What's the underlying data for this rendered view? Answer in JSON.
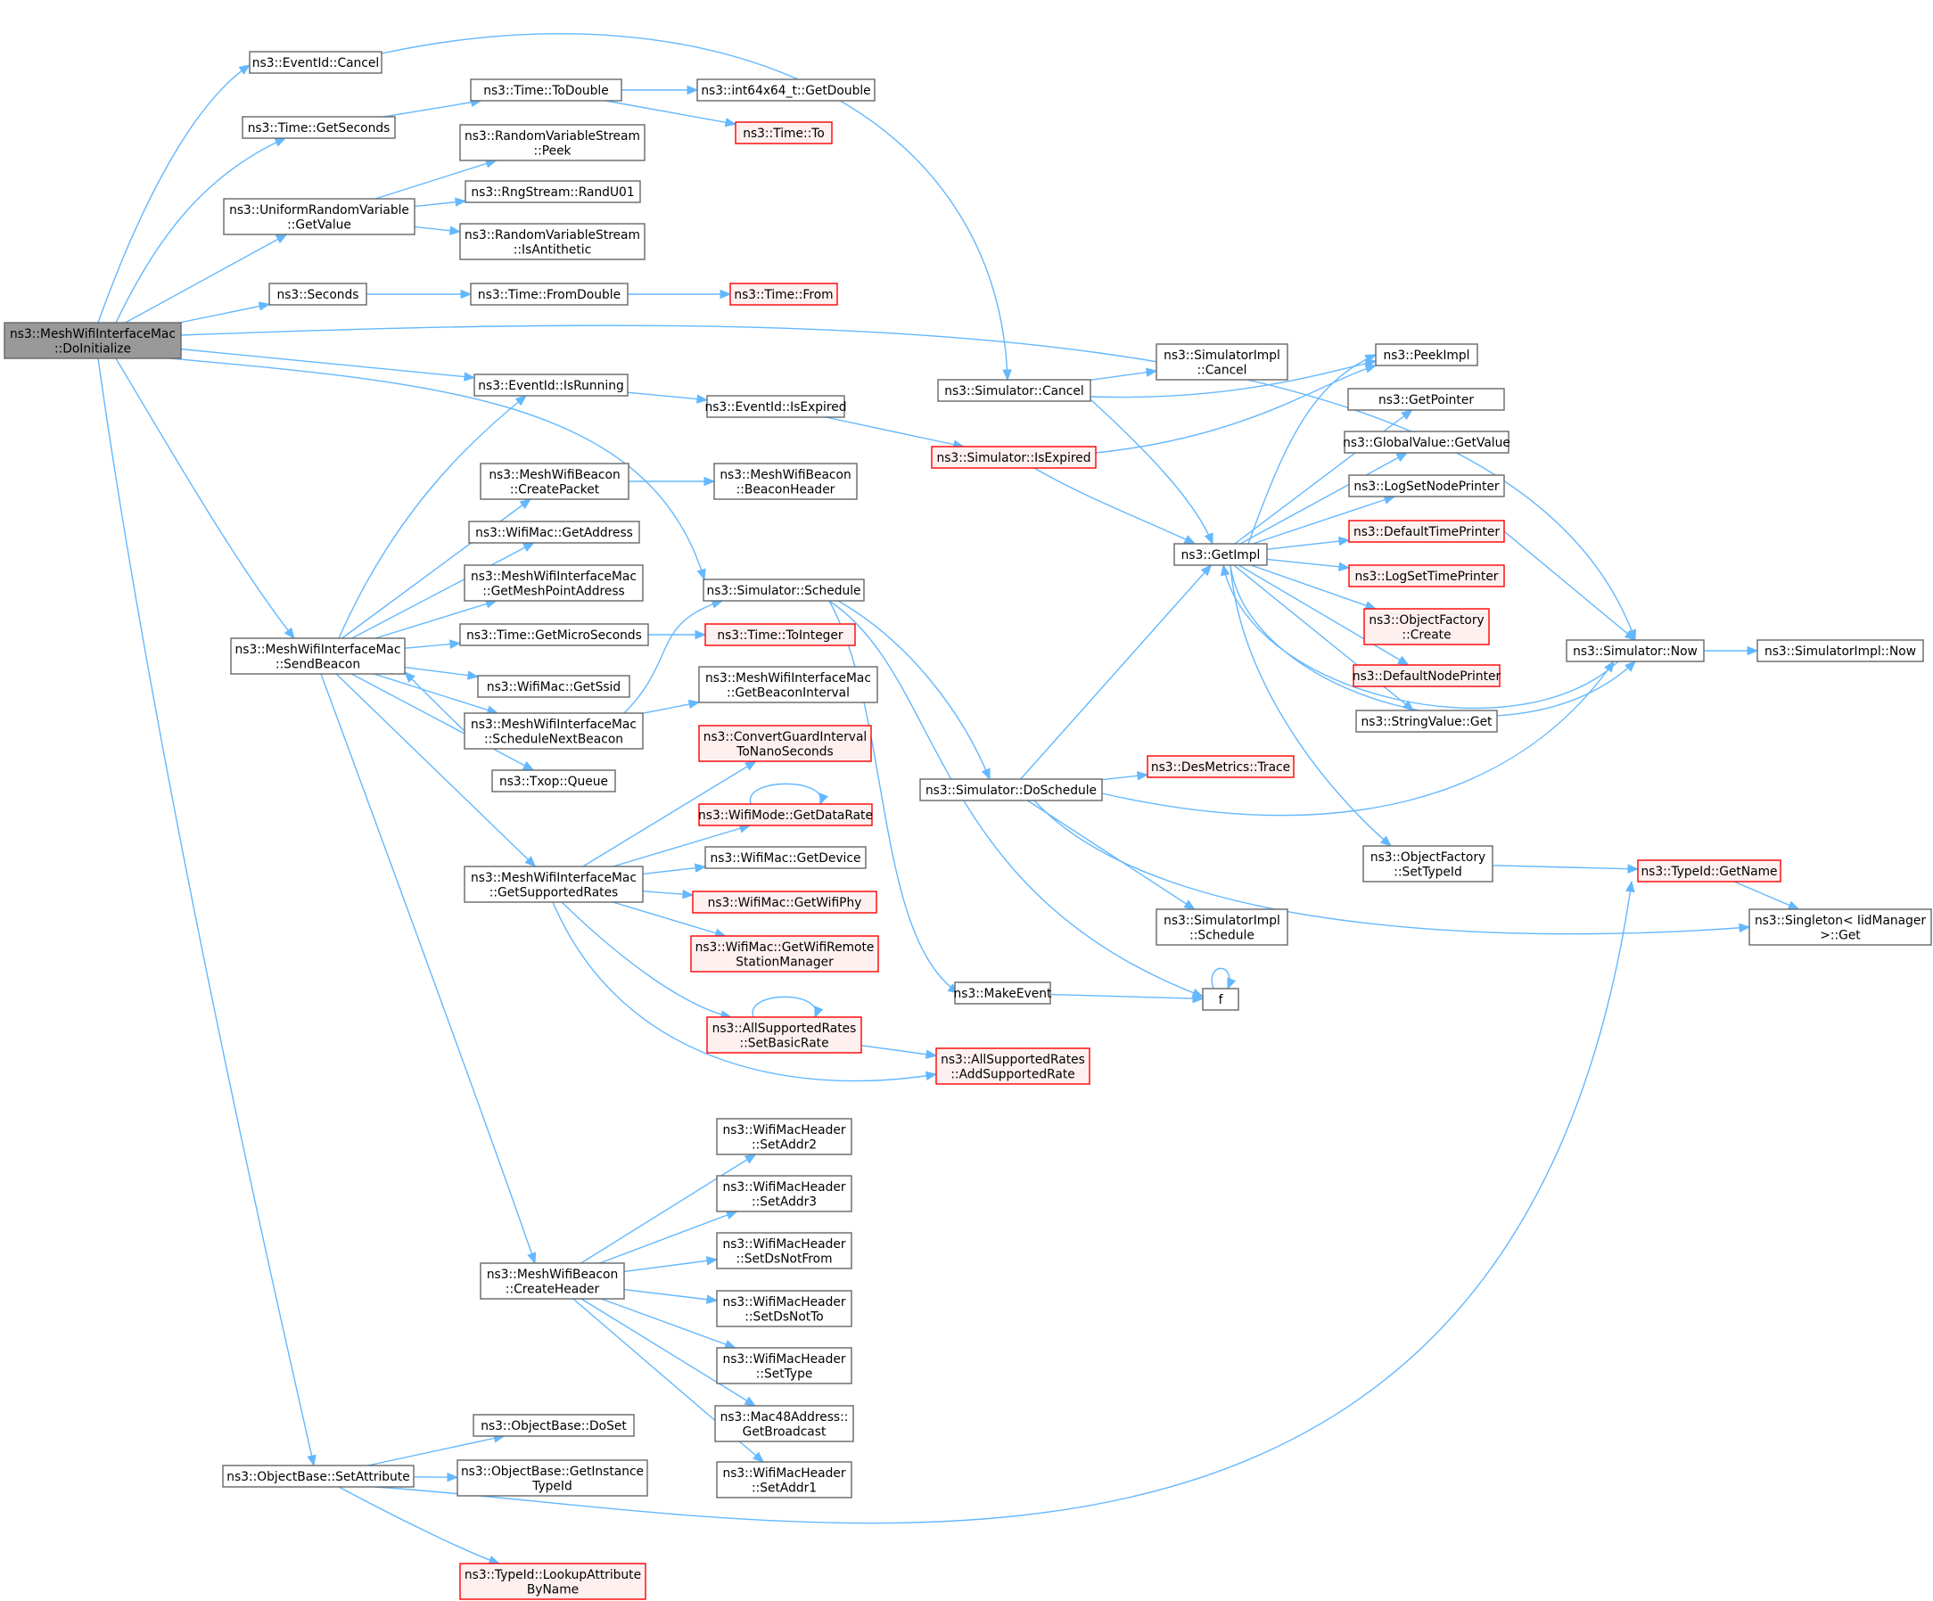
{
  "colors": {
    "edge": "#63b8ff",
    "node_fill": "#ffffff",
    "node_stroke": "#666666",
    "root_fill": "#999999",
    "root_stroke": "#666666",
    "truncated_fill": "#fff0f0",
    "truncated_stroke": "#ff0000"
  },
  "nodes": [
    {
      "id": "doinit",
      "kind": "root",
      "lines": [
        "ns3::MeshWifiInterfaceMac",
        "::DoInitialize"
      ]
    },
    {
      "id": "eventcancel",
      "kind": "normal",
      "lines": [
        "ns3::EventId::Cancel"
      ]
    },
    {
      "id": "getseconds",
      "kind": "normal",
      "lines": [
        "ns3::Time::GetSeconds"
      ]
    },
    {
      "id": "todouble",
      "kind": "normal",
      "lines": [
        "ns3::Time::ToDouble"
      ]
    },
    {
      "id": "getdouble",
      "kind": "normal",
      "lines": [
        "ns3::int64x64_t::GetDouble"
      ]
    },
    {
      "id": "timeto",
      "kind": "truncated",
      "lines": [
        "ns3::Time::To"
      ]
    },
    {
      "id": "urvgetvalue",
      "kind": "normal",
      "lines": [
        "ns3::UniformRandomVariable",
        "::GetValue"
      ]
    },
    {
      "id": "peek",
      "kind": "normal",
      "lines": [
        "ns3::RandomVariableStream",
        "::Peek"
      ]
    },
    {
      "id": "randu01",
      "kind": "normal",
      "lines": [
        "ns3::RngStream::RandU01"
      ]
    },
    {
      "id": "isantithetic",
      "kind": "normal",
      "lines": [
        "ns3::RandomVariableStream",
        "::IsAntithetic"
      ]
    },
    {
      "id": "seconds",
      "kind": "normal",
      "lines": [
        "ns3::Seconds"
      ]
    },
    {
      "id": "fromdouble",
      "kind": "normal",
      "lines": [
        "ns3::Time::FromDouble"
      ]
    },
    {
      "id": "timefrom",
      "kind": "truncated",
      "lines": [
        "ns3::Time::From"
      ]
    },
    {
      "id": "isrunning",
      "kind": "normal",
      "lines": [
        "ns3::EventId::IsRunning"
      ]
    },
    {
      "id": "isexpiredev",
      "kind": "normal",
      "lines": [
        "ns3::EventId::IsExpired"
      ]
    },
    {
      "id": "simcancel",
      "kind": "normal",
      "lines": [
        "ns3::Simulator::Cancel"
      ]
    },
    {
      "id": "simimplcancel",
      "kind": "normal",
      "lines": [
        "ns3::SimulatorImpl",
        "::Cancel"
      ]
    },
    {
      "id": "peekimpl",
      "kind": "normal",
      "lines": [
        "ns3::PeekImpl"
      ]
    },
    {
      "id": "getpointer",
      "kind": "normal",
      "lines": [
        "ns3::GetPointer"
      ]
    },
    {
      "id": "gvgetvalue",
      "kind": "normal",
      "lines": [
        "ns3::GlobalValue::GetValue"
      ]
    },
    {
      "id": "logsetnodeprinter",
      "kind": "normal",
      "lines": [
        "ns3::LogSetNodePrinter"
      ]
    },
    {
      "id": "deftimeprinter",
      "kind": "truncated",
      "lines": [
        "ns3::DefaultTimePrinter"
      ]
    },
    {
      "id": "logsettimeprinter",
      "kind": "truncated",
      "lines": [
        "ns3::LogSetTimePrinter"
      ]
    },
    {
      "id": "ofcreate",
      "kind": "truncated",
      "lines": [
        "ns3::ObjectFactory",
        "::Create"
      ]
    },
    {
      "id": "defnodeprinter",
      "kind": "truncated",
      "lines": [
        "ns3::DefaultNodePrinter"
      ]
    },
    {
      "id": "svget",
      "kind": "normal",
      "lines": [
        "ns3::StringValue::Get"
      ]
    },
    {
      "id": "ofsettypeid",
      "kind": "normal",
      "lines": [
        "ns3::ObjectFactory",
        "::SetTypeId"
      ]
    },
    {
      "id": "typeidgetname",
      "kind": "truncated",
      "lines": [
        "ns3::TypeId::GetName"
      ]
    },
    {
      "id": "singletonget",
      "kind": "normal",
      "lines": [
        "ns3::Singleton< IidManager",
        ">::Get"
      ]
    },
    {
      "id": "simisexpired",
      "kind": "truncated",
      "lines": [
        "ns3::Simulator::IsExpired"
      ]
    },
    {
      "id": "getimpl",
      "kind": "normal",
      "lines": [
        "ns3::GetImpl"
      ]
    },
    {
      "id": "simnow",
      "kind": "normal",
      "lines": [
        "ns3::Simulator::Now"
      ]
    },
    {
      "id": "simimplnow",
      "kind": "normal",
      "lines": [
        "ns3::SimulatorImpl::Now"
      ]
    },
    {
      "id": "createpacket",
      "kind": "normal",
      "lines": [
        "ns3::MeshWifiBeacon",
        "::CreatePacket"
      ]
    },
    {
      "id": "beaconheader",
      "kind": "normal",
      "lines": [
        "ns3::MeshWifiBeacon",
        "::BeaconHeader"
      ]
    },
    {
      "id": "getaddress",
      "kind": "normal",
      "lines": [
        "ns3::WifiMac::GetAddress"
      ]
    },
    {
      "id": "getmeshpointaddress",
      "kind": "normal",
      "lines": [
        "ns3::MeshWifiInterfaceMac",
        "::GetMeshPointAddress"
      ]
    },
    {
      "id": "simschedule",
      "kind": "normal",
      "lines": [
        "ns3::Simulator::Schedule"
      ]
    },
    {
      "id": "sendbeacon",
      "kind": "normal",
      "lines": [
        "ns3::MeshWifiInterfaceMac",
        "::SendBeacon"
      ]
    },
    {
      "id": "getmicroseconds",
      "kind": "normal",
      "lines": [
        "ns3::Time::GetMicroSeconds"
      ]
    },
    {
      "id": "tointeger",
      "kind": "truncated",
      "lines": [
        "ns3::Time::ToInteger"
      ]
    },
    {
      "id": "getssid",
      "kind": "normal",
      "lines": [
        "ns3::WifiMac::GetSsid"
      ]
    },
    {
      "id": "schedulenextbeacon",
      "kind": "normal",
      "lines": [
        "ns3::MeshWifiInterfaceMac",
        "::ScheduleNextBeacon"
      ]
    },
    {
      "id": "getbeaconinterval",
      "kind": "normal",
      "lines": [
        "ns3::MeshWifiInterfaceMac",
        "::GetBeaconInterval"
      ]
    },
    {
      "id": "txopqueue",
      "kind": "normal",
      "lines": [
        "ns3::Txop::Queue"
      ]
    },
    {
      "id": "convertgi",
      "kind": "truncated",
      "lines": [
        "ns3::ConvertGuardInterval",
        "ToNanoSeconds"
      ]
    },
    {
      "id": "getdatarate",
      "kind": "truncated",
      "lines": [
        "ns3::WifiMode::GetDataRate"
      ]
    },
    {
      "id": "getdevice",
      "kind": "normal",
      "lines": [
        "ns3::WifiMac::GetDevice"
      ]
    },
    {
      "id": "getsupportedrates",
      "kind": "normal",
      "lines": [
        "ns3::MeshWifiInterfaceMac",
        "::GetSupportedRates"
      ]
    },
    {
      "id": "getwifiphy",
      "kind": "truncated",
      "lines": [
        "ns3::WifiMac::GetWifiPhy"
      ]
    },
    {
      "id": "getwifirsm",
      "kind": "truncated",
      "lines": [
        "ns3::WifiMac::GetWifiRemote",
        "StationManager"
      ]
    },
    {
      "id": "setbasicrate",
      "kind": "truncated",
      "lines": [
        "ns3::AllSupportedRates",
        "::SetBasicRate"
      ]
    },
    {
      "id": "addsupportedrate",
      "kind": "truncated",
      "lines": [
        "ns3::AllSupportedRates",
        "::AddSupportedRate"
      ]
    },
    {
      "id": "simdoschedule",
      "kind": "normal",
      "lines": [
        "ns3::Simulator::DoSchedule"
      ]
    },
    {
      "id": "desmetricstrace",
      "kind": "truncated",
      "lines": [
        "ns3::DesMetrics::Trace"
      ]
    },
    {
      "id": "simimplschedule",
      "kind": "normal",
      "lines": [
        "ns3::SimulatorImpl",
        "::Schedule"
      ]
    },
    {
      "id": "makeevent",
      "kind": "normal",
      "lines": [
        "ns3::MakeEvent"
      ]
    },
    {
      "id": "f",
      "kind": "normal",
      "lines": [
        "f"
      ]
    },
    {
      "id": "setaddr2",
      "kind": "normal",
      "lines": [
        "ns3::WifiMacHeader",
        "::SetAddr2"
      ]
    },
    {
      "id": "setaddr3",
      "kind": "normal",
      "lines": [
        "ns3::WifiMacHeader",
        "::SetAddr3"
      ]
    },
    {
      "id": "setdsnotfrom",
      "kind": "normal",
      "lines": [
        "ns3::WifiMacHeader",
        "::SetDsNotFrom"
      ]
    },
    {
      "id": "createheader",
      "kind": "normal",
      "lines": [
        "ns3::MeshWifiBeacon",
        "::CreateHeader"
      ]
    },
    {
      "id": "setdsnotto",
      "kind": "normal",
      "lines": [
        "ns3::WifiMacHeader",
        "::SetDsNotTo"
      ]
    },
    {
      "id": "settype",
      "kind": "normal",
      "lines": [
        "ns3::WifiMacHeader",
        "::SetType"
      ]
    },
    {
      "id": "getbroadcast",
      "kind": "normal",
      "lines": [
        "ns3::Mac48Address::",
        "GetBroadcast"
      ]
    },
    {
      "id": "setaddr1",
      "kind": "normal",
      "lines": [
        "ns3::WifiMacHeader",
        "::SetAddr1"
      ]
    },
    {
      "id": "dosetobj",
      "kind": "normal",
      "lines": [
        "ns3::ObjectBase::DoSet"
      ]
    },
    {
      "id": "setattribute",
      "kind": "normal",
      "lines": [
        "ns3::ObjectBase::SetAttribute"
      ]
    },
    {
      "id": "getinstancetypeid",
      "kind": "normal",
      "lines": [
        "ns3::ObjectBase::GetInstance",
        "TypeId"
      ]
    },
    {
      "id": "lookupattribute",
      "kind": "truncated",
      "lines": [
        "ns3::TypeId::LookupAttribute",
        "ByName"
      ]
    }
  ],
  "edges": [
    [
      "doinit",
      "eventcancel"
    ],
    [
      "doinit",
      "getseconds"
    ],
    [
      "doinit",
      "urvgetvalue"
    ],
    [
      "doinit",
      "seconds"
    ],
    [
      "doinit",
      "simnow"
    ],
    [
      "doinit",
      "isrunning"
    ],
    [
      "doinit",
      "simschedule"
    ],
    [
      "doinit",
      "sendbeacon"
    ],
    [
      "doinit",
      "setattribute"
    ],
    [
      "eventcancel",
      "simcancel"
    ],
    [
      "getseconds",
      "todouble"
    ],
    [
      "todouble",
      "getdouble"
    ],
    [
      "todouble",
      "timeto"
    ],
    [
      "urvgetvalue",
      "peek"
    ],
    [
      "urvgetvalue",
      "randu01"
    ],
    [
      "urvgetvalue",
      "isantithetic"
    ],
    [
      "seconds",
      "fromdouble"
    ],
    [
      "fromdouble",
      "timefrom"
    ],
    [
      "isrunning",
      "isexpiredev"
    ],
    [
      "isexpiredev",
      "simisexpired"
    ],
    [
      "simcancel",
      "simimplcancel"
    ],
    [
      "simcancel",
      "peekimpl"
    ],
    [
      "simcancel",
      "getimpl"
    ],
    [
      "simisexpired",
      "peekimpl"
    ],
    [
      "simisexpired",
      "getimpl"
    ],
    [
      "getimpl",
      "peekimpl"
    ],
    [
      "getimpl",
      "getpointer"
    ],
    [
      "getimpl",
      "gvgetvalue"
    ],
    [
      "getimpl",
      "logsetnodeprinter"
    ],
    [
      "getimpl",
      "deftimeprinter"
    ],
    [
      "getimpl",
      "logsettimeprinter"
    ],
    [
      "getimpl",
      "ofcreate"
    ],
    [
      "getimpl",
      "defnodeprinter"
    ],
    [
      "getimpl",
      "svget"
    ],
    [
      "getimpl",
      "simnow"
    ],
    [
      "getimpl",
      "ofsettypeid"
    ],
    [
      "deftimeprinter",
      "simnow"
    ],
    [
      "simnow",
      "getimpl"
    ],
    [
      "simnow",
      "simimplnow"
    ],
    [
      "ofsettypeid",
      "typeidgetname"
    ],
    [
      "typeidgetname",
      "singletonget"
    ],
    [
      "sendbeacon",
      "isrunning"
    ],
    [
      "sendbeacon",
      "createpacket"
    ],
    [
      "sendbeacon",
      "getaddress"
    ],
    [
      "sendbeacon",
      "getmeshpointaddress"
    ],
    [
      "sendbeacon",
      "getmicroseconds"
    ],
    [
      "sendbeacon",
      "getssid"
    ],
    [
      "sendbeacon",
      "schedulenextbeacon"
    ],
    [
      "sendbeacon",
      "txopqueue"
    ],
    [
      "sendbeacon",
      "getsupportedrates"
    ],
    [
      "sendbeacon",
      "createheader"
    ],
    [
      "createpacket",
      "beaconheader"
    ],
    [
      "getmicroseconds",
      "tointeger"
    ],
    [
      "schedulenextbeacon",
      "sendbeacon"
    ],
    [
      "schedulenextbeacon",
      "simschedule"
    ],
    [
      "schedulenextbeacon",
      "getbeaconinterval"
    ],
    [
      "simschedule",
      "simdoschedule"
    ],
    [
      "simschedule",
      "makeevent"
    ],
    [
      "simschedule",
      "f"
    ],
    [
      "simdoschedule",
      "getimpl"
    ],
    [
      "simdoschedule",
      "desmetricstrace"
    ],
    [
      "simdoschedule",
      "simnow"
    ],
    [
      "simdoschedule",
      "simimplschedule"
    ],
    [
      "simdoschedule",
      "singletonget"
    ],
    [
      "makeevent",
      "f"
    ],
    [
      "f",
      "f"
    ],
    [
      "getsupportedrates",
      "convertgi"
    ],
    [
      "getsupportedrates",
      "getdatarate"
    ],
    [
      "getsupportedrates",
      "getdevice"
    ],
    [
      "getsupportedrates",
      "getwifiphy"
    ],
    [
      "getsupportedrates",
      "getwifirsm"
    ],
    [
      "getsupportedrates",
      "setbasicrate"
    ],
    [
      "getsupportedrates",
      "addsupportedrate"
    ],
    [
      "getdatarate",
      "getdatarate"
    ],
    [
      "setbasicrate",
      "setbasicrate"
    ],
    [
      "setbasicrate",
      "addsupportedrate"
    ],
    [
      "createheader",
      "setaddr2"
    ],
    [
      "createheader",
      "setaddr3"
    ],
    [
      "createheader",
      "setdsnotfrom"
    ],
    [
      "createheader",
      "setdsnotto"
    ],
    [
      "createheader",
      "settype"
    ],
    [
      "createheader",
      "getbroadcast"
    ],
    [
      "createheader",
      "setaddr1"
    ],
    [
      "setattribute",
      "dosetobj"
    ],
    [
      "setattribute",
      "getinstancetypeid"
    ],
    [
      "setattribute",
      "lookupattribute"
    ],
    [
      "setattribute",
      "typeidgetname"
    ]
  ]
}
